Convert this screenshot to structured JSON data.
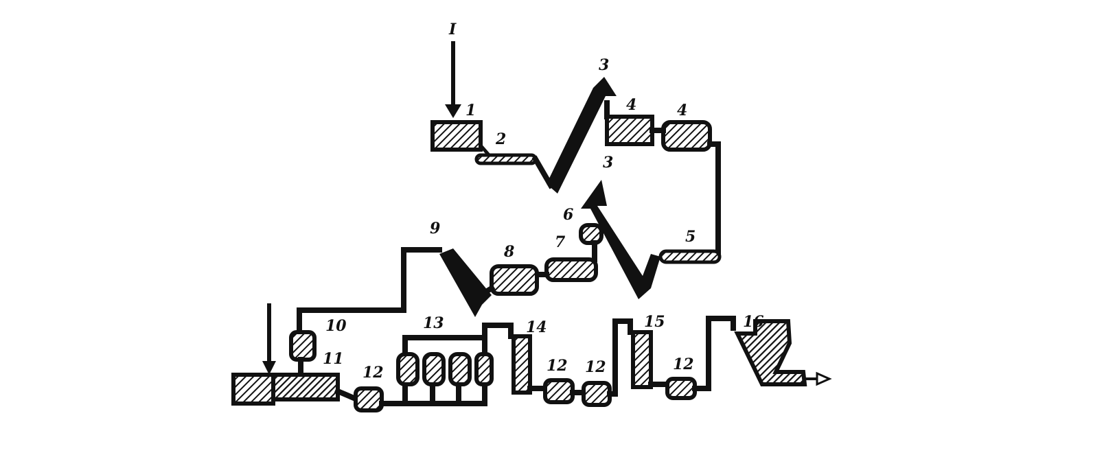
{
  "diagram": {
    "input_label": "I",
    "labels": {
      "n1": "1",
      "n2": "2",
      "n3_top": "3",
      "n3_mid": "3",
      "n4_a": "4",
      "n4_b": "4",
      "n5": "5",
      "n6": "6",
      "n7": "7",
      "n8": "8",
      "n9": "9",
      "n10": "10",
      "n11": "11",
      "n12_a": "12",
      "n12_b": "12",
      "n12_c": "12",
      "n12_d": "12",
      "n13": "13",
      "n14": "14",
      "n15": "15",
      "n16": "16"
    }
  }
}
